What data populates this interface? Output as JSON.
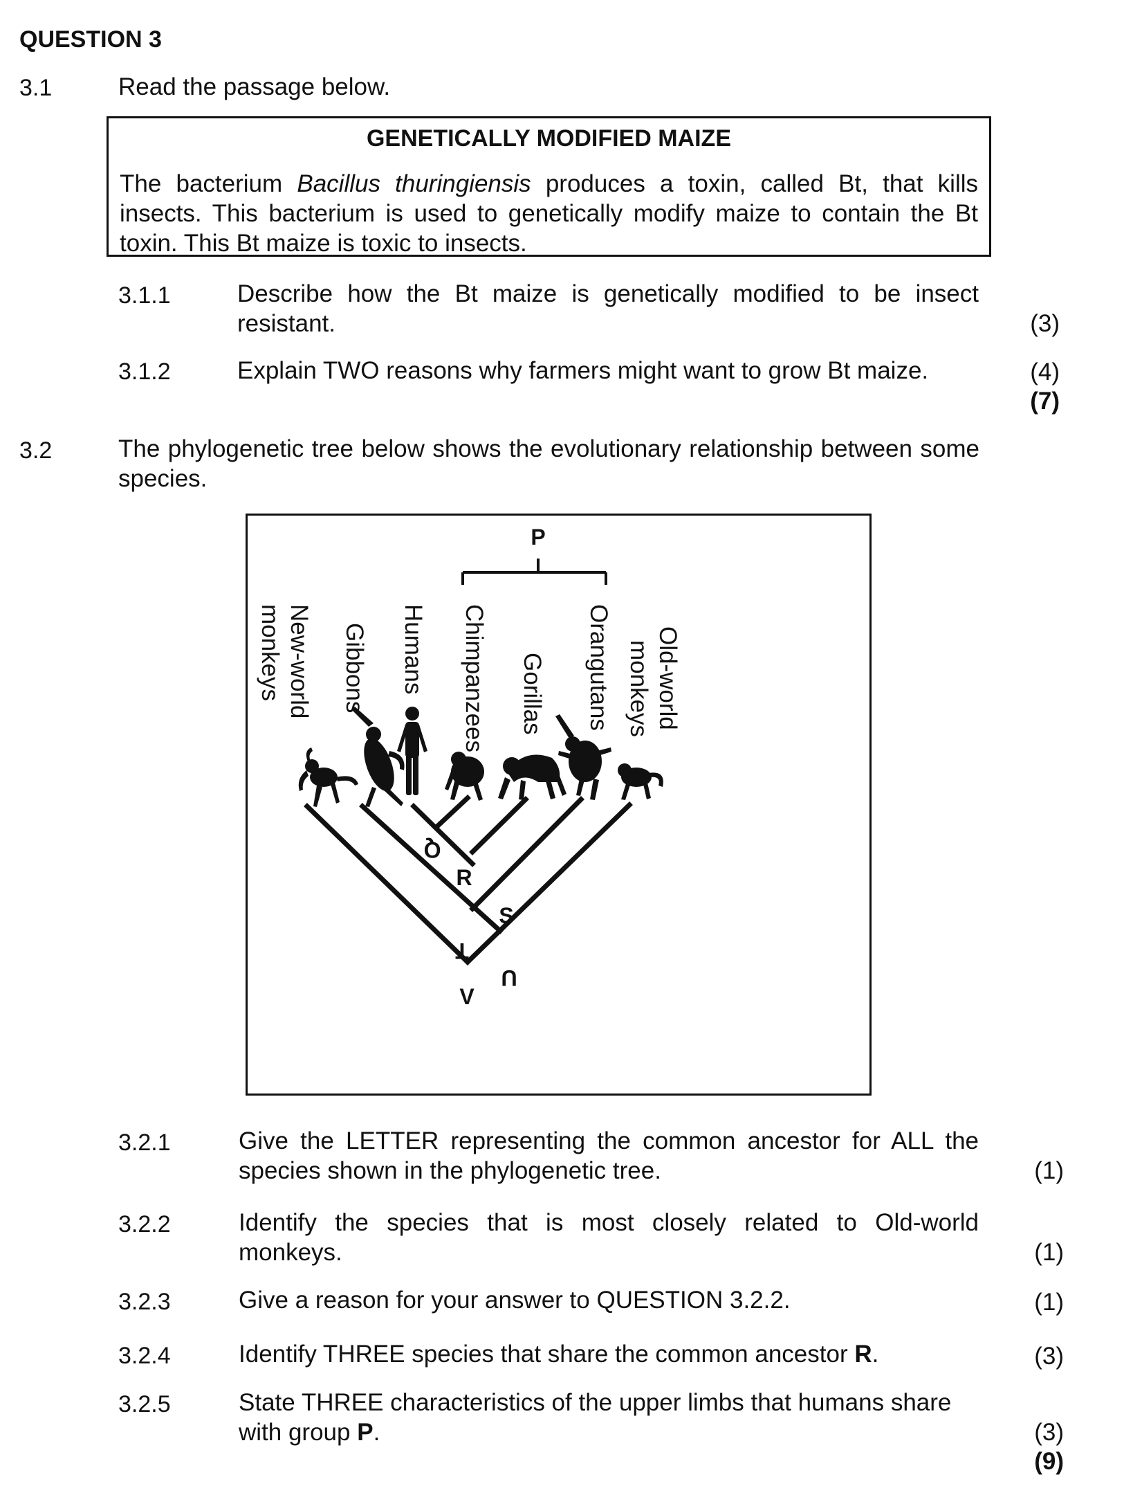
{
  "question_heading": "QUESTION 3",
  "q3_1": {
    "number": "3.1",
    "instruction": "Read the passage below.",
    "passage": {
      "title": "GENETICALLY MODIFIED MAIZE",
      "text_before_italic": "The bacterium ",
      "italic_name": "Bacillus thuringiensis",
      "text_after_italic": " produces a toxin, called Bt, that kills insects. This bacterium is used to genetically modify maize to contain the Bt toxin. This Bt maize is toxic to insects."
    },
    "sub_questions": [
      {
        "number": "3.1.1",
        "text": "Describe how the Bt maize is genetically modified to be insect resistant.",
        "marks": "(3)"
      },
      {
        "number": "3.1.2",
        "text": "Explain TWO reasons why farmers might want to grow Bt maize.",
        "marks": "(4)"
      }
    ],
    "total": "(7)"
  },
  "q3_2": {
    "number": "3.2",
    "intro": "The phylogenetic tree below shows the evolutionary relationship between some species.",
    "tree": {
      "group_label": "P",
      "species": [
        "New-world monkeys",
        "Gibbons",
        "Humans",
        "Chimpanzees",
        "Gorillas",
        "Orangutans",
        "Old-world monkeys"
      ],
      "nodes": [
        "Q",
        "R",
        "S",
        "T",
        "U",
        "V"
      ]
    },
    "sub_questions": [
      {
        "number": "3.2.1",
        "text": "Give the LETTER representing the common ancestor for ALL the species shown in the phylogenetic tree.",
        "marks": "(1)"
      },
      {
        "number": "3.2.2",
        "text": "Identify the species that is most closely related to Old-world monkeys.",
        "marks": "(1)"
      },
      {
        "number": "3.2.3",
        "text": "Give a reason for your answer to QUESTION 3.2.2.",
        "marks": "(1)"
      },
      {
        "number": "3.2.4",
        "text_before_bold": "Identify THREE species that share the common ancestor ",
        "bold": "R",
        "text_after_bold": ".",
        "marks": "(3)"
      },
      {
        "number": "3.2.5",
        "text_before_bold": "State THREE characteristics of the upper limbs that humans share with group ",
        "bold": "P",
        "text_after_bold": ".",
        "marks": "(3)"
      }
    ],
    "total": "(9)"
  }
}
